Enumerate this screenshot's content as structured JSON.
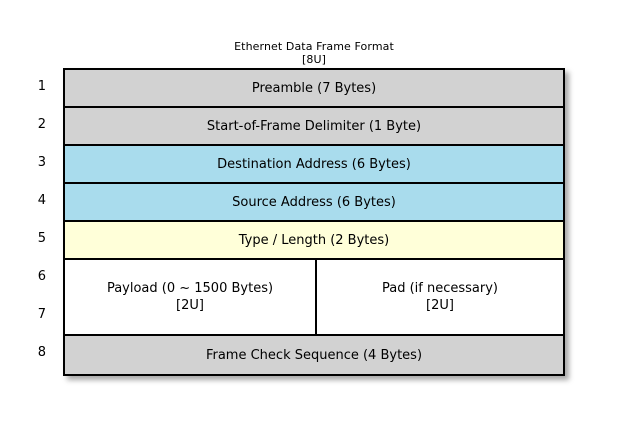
{
  "diagram": {
    "title": "Ethernet Data Frame Format",
    "subtitle": "[8U]",
    "colors": {
      "header_fill": "#d2d2d2",
      "address_fill": "#a9dced",
      "type_fill": "#ffffd9",
      "payload_fill": "#ffffff",
      "border": "#000000",
      "background": "#ffffff"
    },
    "row_numbers": [
      "1",
      "2",
      "3",
      "4",
      "5",
      "6",
      "7",
      "8"
    ],
    "rows": [
      {
        "number": "1",
        "label": "Preamble (7 Bytes)",
        "fill": "gray"
      },
      {
        "number": "2",
        "label": "Start-of-Frame Delimiter (1 Byte)",
        "fill": "gray"
      },
      {
        "number": "3",
        "label": "Destination Address (6 Bytes)",
        "fill": "blue"
      },
      {
        "number": "4",
        "label": "Source Address (6 Bytes)",
        "fill": "blue"
      },
      {
        "number": "5",
        "label": "Type / Length (2 Bytes)",
        "fill": "yellow"
      },
      {
        "number": "6-7",
        "fill": "white",
        "merged": true,
        "cells": [
          {
            "label": "Payload (0 ~ 1500 Bytes)",
            "units": "[2U]"
          },
          {
            "label": "Pad (if necessary)",
            "units": "[2U]"
          }
        ]
      },
      {
        "number": "8",
        "label": "Frame Check Sequence (4 Bytes)",
        "fill": "gray"
      }
    ]
  }
}
